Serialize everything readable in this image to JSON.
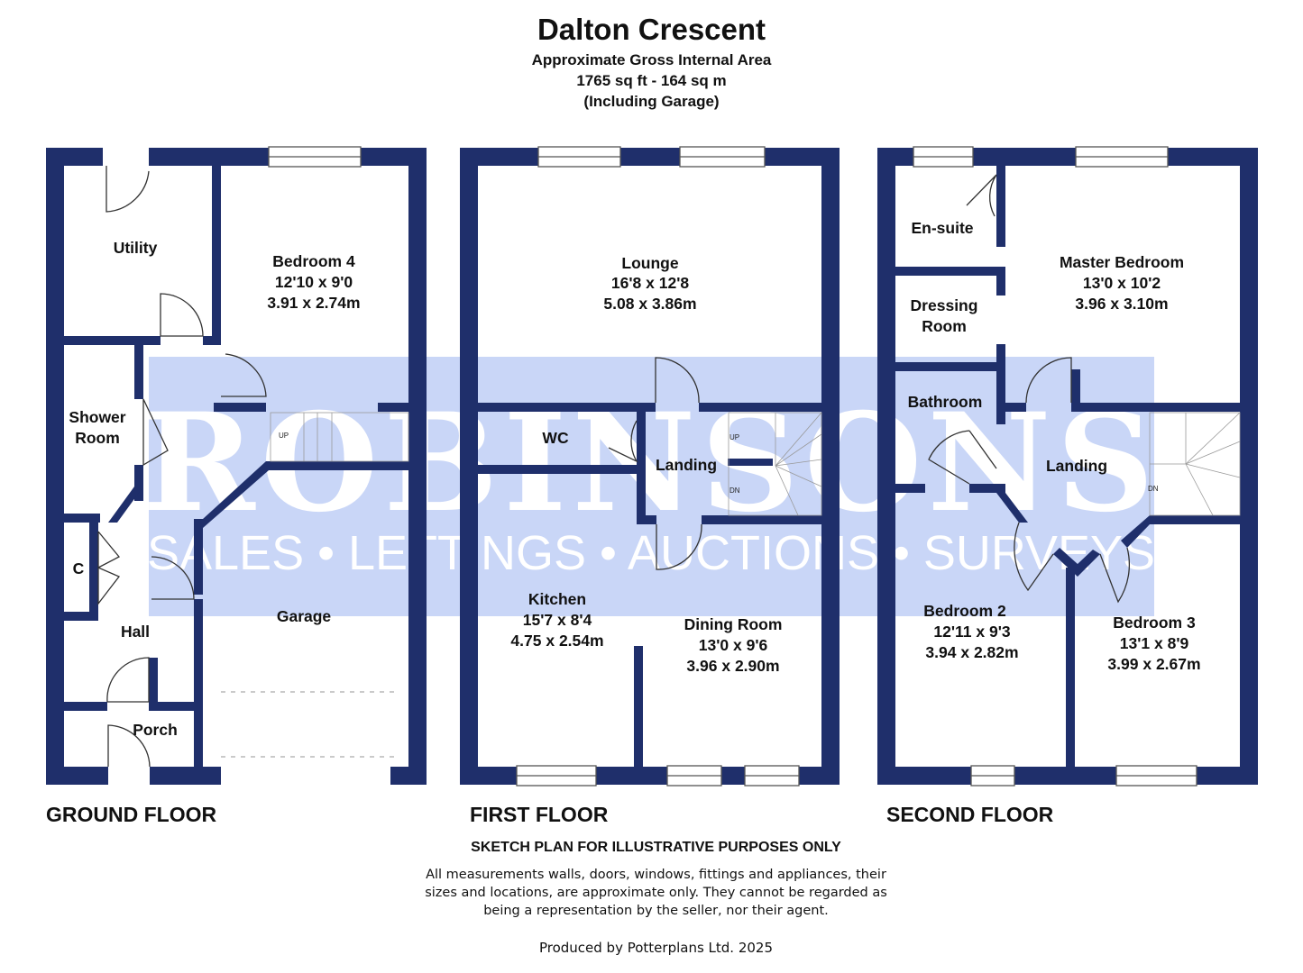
{
  "header": {
    "title": "Dalton Crescent",
    "subtitle_1": "Approximate Gross Internal Area",
    "subtitle_2": "1765 sq ft - 164 sq m",
    "subtitle_3": "(Including Garage)"
  },
  "watermark": {
    "brand": "ROBINSONS",
    "tagline": "SALES • LETTINGS • AUCTIONS • SURVEYS"
  },
  "floors": {
    "ground": {
      "label": "GROUND FLOOR",
      "rooms": {
        "utility": "Utility",
        "bedroom4_name": "Bedroom 4",
        "bedroom4_imperial": "12'10 x 9'0",
        "bedroom4_metric": "3.91 x 2.74m",
        "shower_1": "Shower",
        "shower_2": "Room",
        "cupboard": "C",
        "hall": "Hall",
        "garage": "Garage",
        "porch": "Porch"
      },
      "stair_up": "UP"
    },
    "first": {
      "label": "FIRST FLOOR",
      "rooms": {
        "lounge_name": "Lounge",
        "lounge_imperial": "16'8 x 12'8",
        "lounge_metric": "5.08 x 3.86m",
        "wc": "WC",
        "landing": "Landing",
        "kitchen_name": "Kitchen",
        "kitchen_imperial": "15'7 x 8'4",
        "kitchen_metric": "4.75 x 2.54m",
        "dining_name": "Dining Room",
        "dining_imperial": "13'0 x 9'6",
        "dining_metric": "3.96 x 2.90m"
      },
      "stair_up": "UP",
      "stair_down": "DN"
    },
    "second": {
      "label": "SECOND FLOOR",
      "rooms": {
        "ensuite": "En-suite",
        "master_name": "Master Bedroom",
        "master_imperial": "13'0 x 10'2",
        "master_metric": "3.96 x 3.10m",
        "dressing_1": "Dressing",
        "dressing_2": "Room",
        "bathroom": "Bathroom",
        "landing": "Landing",
        "bed2_name": "Bedroom 2",
        "bed2_imperial": "12'11 x 9'3",
        "bed2_metric": "3.94 x 2.82m",
        "bed3_name": "Bedroom 3",
        "bed3_imperial": "13'1 x 8'9",
        "bed3_metric": "3.99 x 2.67m"
      },
      "stair_down": "DN"
    }
  },
  "footer": {
    "disclaimer_heading": "SKETCH PLAN FOR ILLUSTRATIVE PURPOSES ONLY",
    "disclaimer_1": "All measurements walls, doors, windows, fittings and appliances, their",
    "disclaimer_2": "sizes and locations, are approximate only. They cannot be regarded as",
    "disclaimer_3": "being a representation by the seller, nor their agent.",
    "produced_by": "Produced by Potterplans Ltd. 2025"
  },
  "colors": {
    "wall": "#1f2f6b",
    "watermark_band": "#c9d6f7"
  }
}
